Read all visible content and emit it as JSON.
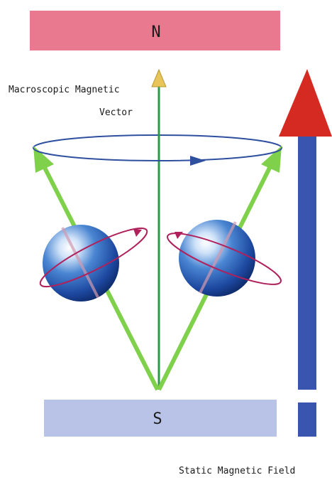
{
  "poles": {
    "north": "N",
    "south": "S"
  },
  "labels": {
    "macroscopic_line1": "Macroscopic Magnetic",
    "macroscopic_line2": "Vector",
    "static_field": "Static Magnetic Field"
  },
  "colors": {
    "north_bar": "#e8798f",
    "south_bar": "#b9c3e8",
    "field_arrow": "#3a55b0",
    "field_arrowhead": "#d42a22",
    "spin_vector": "#7fd04a",
    "macro_vector": "#2a9a48",
    "macro_arrowhead": "#e8c55a",
    "precession_ring": "#2f4f9f",
    "spin_orbit": "#b0205a"
  },
  "icons": {
    "north_pole": "north-pole-bar",
    "south_pole": "south-pole-bar",
    "spins": [
      "spinning-proton-sphere",
      "spinning-proton-sphere"
    ]
  }
}
